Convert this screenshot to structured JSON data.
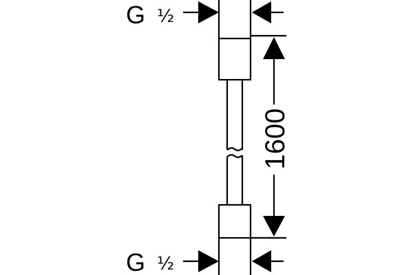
{
  "thread_top": {
    "letter": "G",
    "size": "½"
  },
  "thread_bottom": {
    "letter": "G",
    "size": "½"
  },
  "length": {
    "value": "1600"
  },
  "colors": {
    "ink": "#000000",
    "background": "#ffffff"
  }
}
